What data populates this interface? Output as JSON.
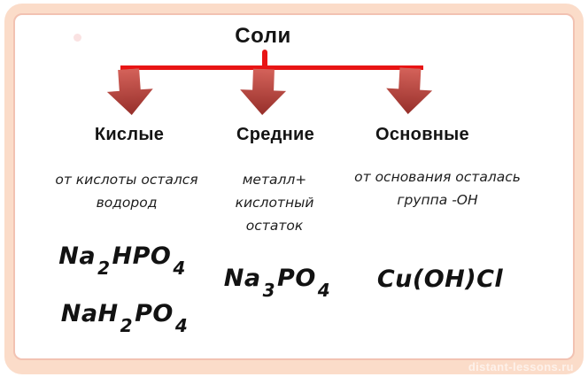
{
  "title": "Соли",
  "colors": {
    "border_peach": "#fbdcc9",
    "inner_line": "#f2c2b2",
    "line_red": "#e81414",
    "arrow_top": "#d4625a",
    "arrow_bottom": "#962f2a",
    "text_dark": "#141414"
  },
  "watermark": "distant-lessons.ru",
  "columns": [
    {
      "id": "acidic",
      "header": "Кислые",
      "description_lines": [
        "от кислоты остался",
        "водород"
      ],
      "formulas": [
        {
          "segments": [
            {
              "text": "Na"
            },
            {
              "text": "2",
              "sub": true
            },
            {
              "text": "HPO"
            },
            {
              "text": "4",
              "sub": true
            }
          ]
        },
        {
          "segments": [
            {
              "text": "NaH"
            },
            {
              "text": "2",
              "sub": true
            },
            {
              "text": "PO"
            },
            {
              "text": "4",
              "sub": true
            }
          ]
        }
      ]
    },
    {
      "id": "middle",
      "header": "Средние",
      "description_lines": [
        "металл+",
        "кислотный",
        "остаток"
      ],
      "formulas": [
        {
          "segments": [
            {
              "text": "Na"
            },
            {
              "text": "3",
              "sub": true
            },
            {
              "text": "PO"
            },
            {
              "text": "4",
              "sub": true
            }
          ]
        }
      ]
    },
    {
      "id": "basic",
      "header": "Основные",
      "description_lines": [
        "от основания осталась",
        "группа -ОН"
      ],
      "formulas": [
        {
          "segments": [
            {
              "text": "Cu(OH)Cl"
            }
          ]
        }
      ]
    }
  ]
}
